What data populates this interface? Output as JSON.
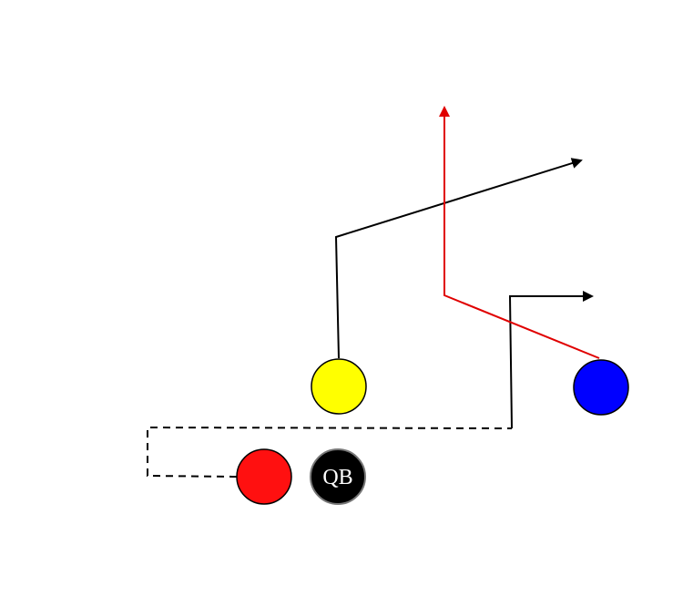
{
  "players": {
    "qb": {
      "label": "QB",
      "fill": "#000000",
      "stroke": "#777777"
    },
    "red": {
      "label": "",
      "fill": "#ff1010",
      "stroke": "#000000"
    },
    "yellow": {
      "label": "",
      "fill": "#ffff00",
      "stroke": "#000000"
    },
    "blue": {
      "label": "",
      "fill": "#0000ff",
      "stroke": "#000000"
    }
  },
  "routes": {
    "yellow_route": {
      "color": "#000000",
      "style": "solid",
      "arrow": true
    },
    "blue_route": {
      "color": "#e00000",
      "style": "solid",
      "arrow": true
    },
    "red_route": {
      "color": "#000000",
      "style": "solid",
      "arrow": true
    },
    "motion": {
      "color": "#000000",
      "style": "dashed",
      "arrow": false
    }
  }
}
